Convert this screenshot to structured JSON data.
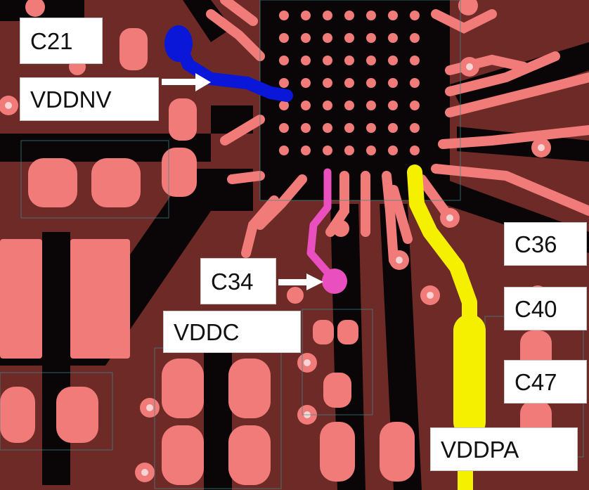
{
  "labels": {
    "c21": "C21",
    "vddnv": "VDDNV",
    "c34": "C34",
    "vddc": "VDDC",
    "c36": "C36",
    "c40": "C40",
    "c47": "C47",
    "vddpa": "VDDPA"
  },
  "colors": {
    "board": "#6e2a26",
    "copper": "#f07b79",
    "copper_dark": "#8e3b37",
    "trace_gap": "#0a0506",
    "vddnv_trace": "#0a16d8",
    "vddc_trace": "#ea4fc0",
    "vddpa_trace": "#f4f000",
    "callout_bg": "#ffffff",
    "arrow": "#ffffff"
  }
}
